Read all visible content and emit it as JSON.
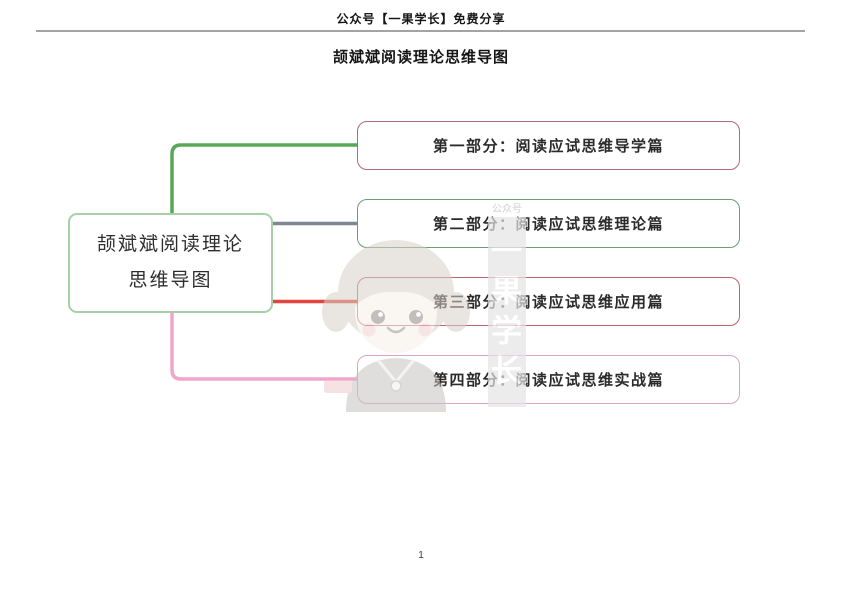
{
  "page": {
    "header": "公众号【一果学长】免费分享",
    "title": "颉斌斌阅读理论思维导图",
    "page_number": "1"
  },
  "mindmap": {
    "root": {
      "label": "颉斌斌阅读理论思维导图",
      "label_line1": "颉斌斌阅读理论",
      "label_line2": "思维导图",
      "border_color": "#a6d0a6"
    },
    "branches": [
      {
        "label": "第一部分：阅读应试思维导学篇",
        "border_color": "#b5687a",
        "line_color": "#58a758"
      },
      {
        "label": "第二部分：阅读应试思维理论篇",
        "border_color": "#6b9e74",
        "line_color": "#7e8794"
      },
      {
        "label": "第三部分：阅读应试思维应用篇",
        "border_color": "#c2636c",
        "line_color": "#e0463f"
      },
      {
        "label": "第四部分：阅读应试思维实战篇",
        "border_color": "#d7a5ca",
        "line_color": "#f0a5cb"
      }
    ]
  },
  "watermark": {
    "badge": "公众号",
    "vertical_text": "一果学长"
  }
}
